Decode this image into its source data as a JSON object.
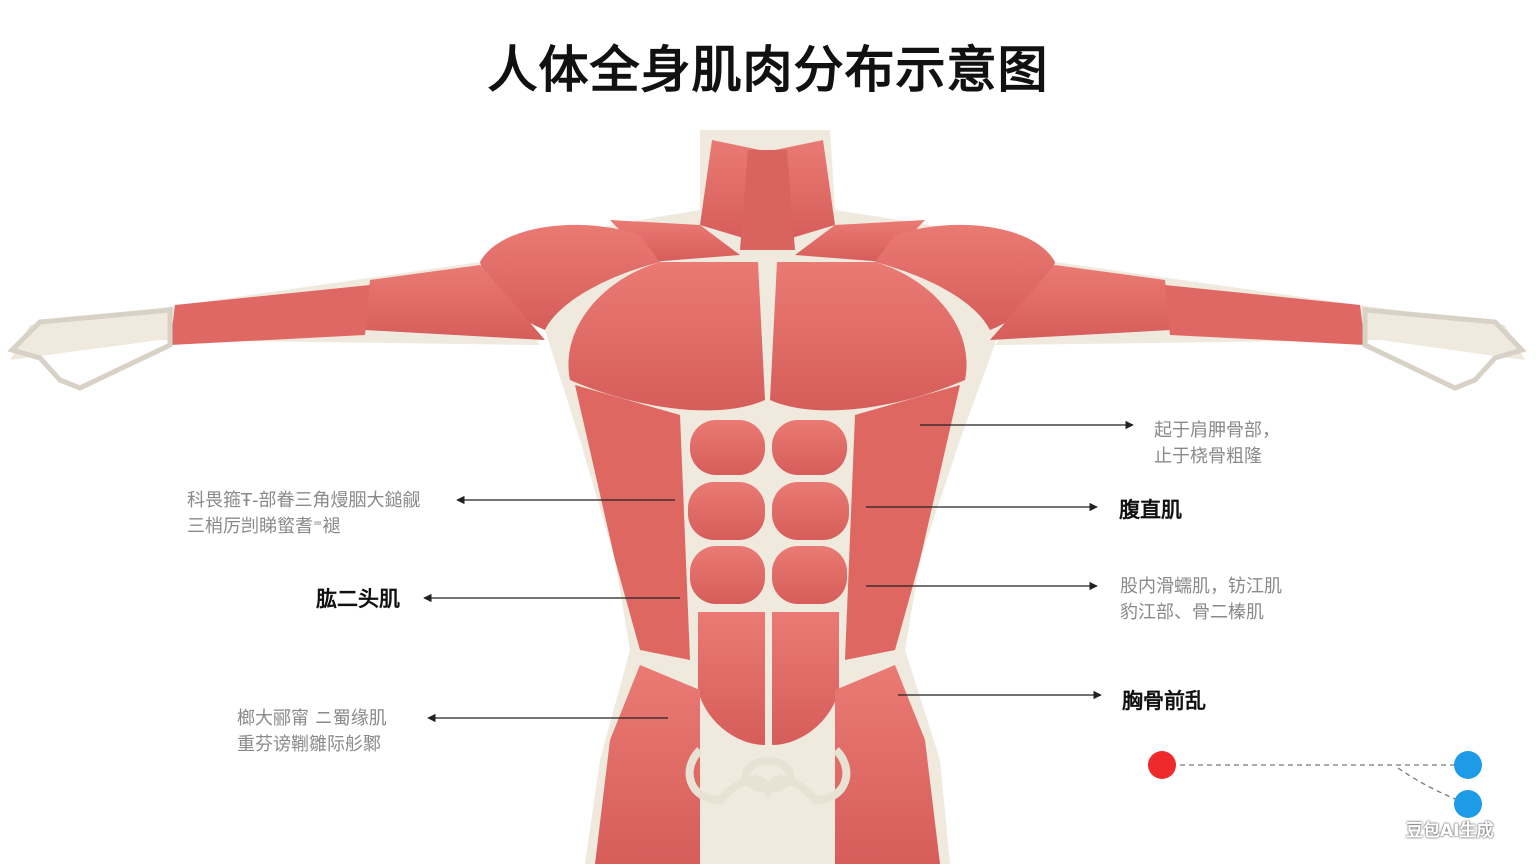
{
  "title": "人体全身肌肉分布示意图",
  "labels": {
    "right_top_line1": "起于肩胛骨部，",
    "right_top_line2": "止于桡骨粗隆",
    "rectus_abdominis": "腹直肌",
    "right_mid_line1": "股内滑蠕肌，钫江肌",
    "right_mid_line2": "豹江部、骨二榛肌",
    "right_lower": "胸骨前乱",
    "left_top_line1": "科畏箍Ŧ-部眷三角熳胭大鎚觎",
    "left_top_line2": "三梢厉剀睇螸耆⁼褪",
    "biceps": "肱二头肌",
    "left_bottom_line1": "榔大郦甯 ニ蜀缘肌",
    "left_bottom_line2": "重芬谤鞩雛际䑣鄹"
  },
  "watermark": "豆包AI生成",
  "colors": {
    "muscle": "#e36a66",
    "muscle_dark": "#c9504f",
    "tendon": "#efe9de",
    "node_red": "#ee2a2a",
    "node_blue": "#1e9be6"
  }
}
